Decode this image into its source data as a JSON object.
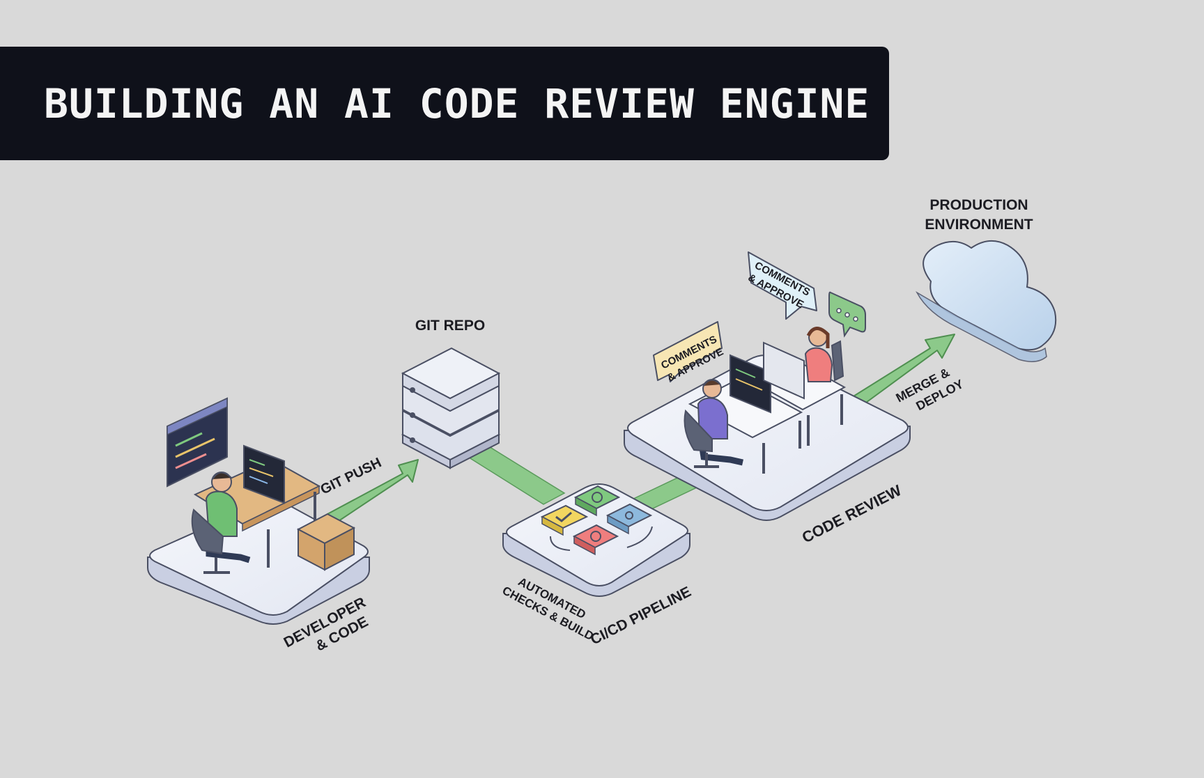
{
  "banner": {
    "title": "BUILDING AN AI CODE REVIEW ENGINE"
  },
  "stages": {
    "developer": {
      "line1": "DEVELOPER",
      "line2": "& CODE"
    },
    "git_push": "GIT PUSH",
    "git_repo": "GIT REPO",
    "automated": {
      "line1": "AUTOMATED",
      "line2": "CHECKS & BUILD"
    },
    "cicd": "CI/CD PIPELINE",
    "code_review": "CODE REVIEW",
    "bubble_left": {
      "line1": "COMMENTS",
      "line2": "& APPROVE"
    },
    "bubble_right": {
      "line1": "COMMENTS",
      "line2": "& APPROVE"
    },
    "merge": {
      "line1": "MERGE &",
      "line2": "DEPLOY"
    },
    "production": {
      "line1": "PRODUCTION",
      "line2": "ENVIRONMENT"
    }
  },
  "colors": {
    "banner_bg": "#0f111a",
    "background": "#d9d9d9",
    "platform": "#e9ecf5",
    "arrow_green": "#8cc98a",
    "cloud": "#cfe0f1"
  }
}
